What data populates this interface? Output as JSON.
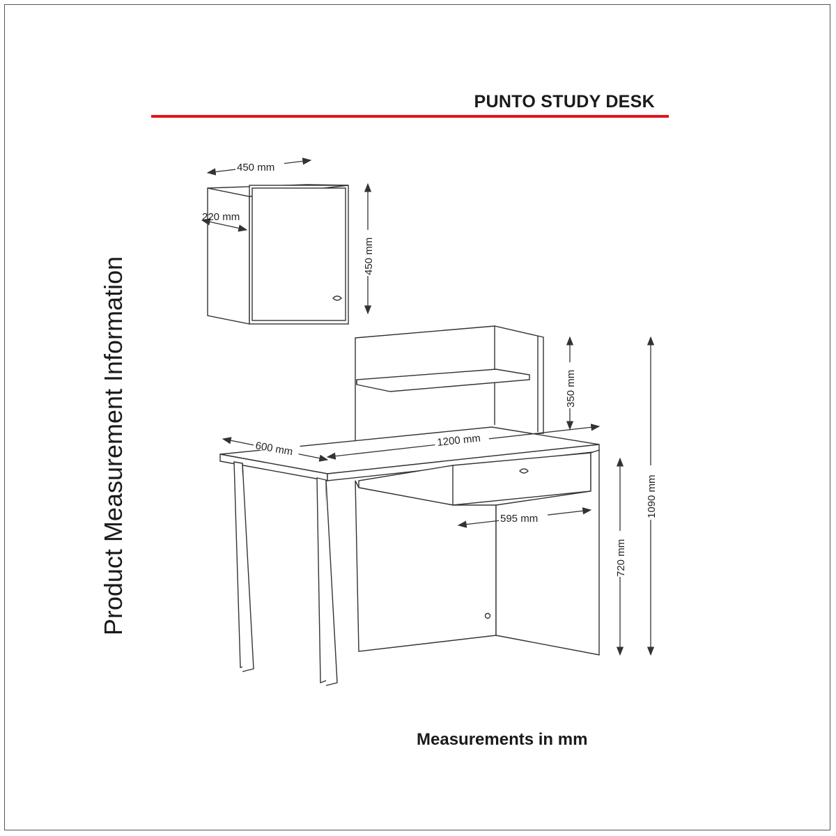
{
  "title": "PUNTO STUDY DESK",
  "side_label": "Product Measurement Information",
  "footer": "Measurements in mm",
  "accent_color": "#e3141b",
  "dimensions": {
    "cabinet_width": "450 mm",
    "cabinet_depth": "220 mm",
    "cabinet_height": "450 mm",
    "hutch_height": "350 mm",
    "desk_depth": "600 mm",
    "desk_width": "1200 mm",
    "drawer_width": "595 mm",
    "desk_height": "720 mm",
    "total_height": "1090 mm"
  }
}
